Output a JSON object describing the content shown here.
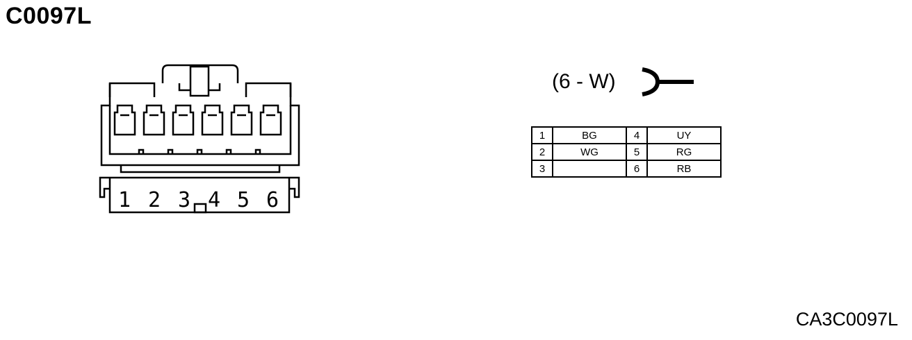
{
  "title": "C0097L",
  "figure_code": "CA3C0097L",
  "connector": {
    "label": "(6 - W)",
    "pin_numbers": [
      "1",
      "2",
      "3",
      "4",
      "5",
      "6"
    ]
  },
  "pin_table": {
    "rows": [
      {
        "left_pin": "1",
        "left_wire": "BG",
        "right_pin": "4",
        "right_wire": "UY"
      },
      {
        "left_pin": "2",
        "left_wire": "WG",
        "right_pin": "5",
        "right_wire": "RG"
      },
      {
        "left_pin": "3",
        "left_wire": "",
        "right_pin": "6",
        "right_wire": "RB"
      }
    ]
  }
}
